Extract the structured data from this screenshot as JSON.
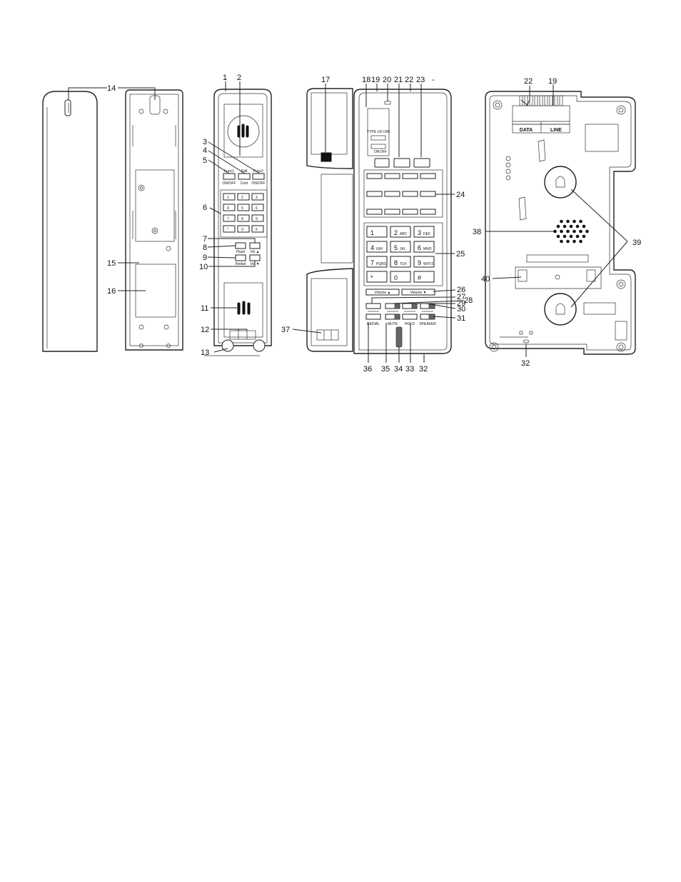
{
  "callouts": {
    "c1": "1",
    "c2": "2",
    "c3": "3",
    "c4": "4",
    "c5": "5",
    "c6": "6",
    "c7": "7",
    "c8": "8",
    "c9": "9",
    "c10": "10",
    "c11": "11",
    "c12": "12",
    "c13": "13",
    "c14": "14",
    "c15": "15",
    "c16": "16",
    "c17": "17",
    "c18": "18",
    "c19a": "19",
    "c19b": "19",
    "c20": "20",
    "c21": "21",
    "c22a": "22",
    "c22b": "22",
    "c23": "23",
    "c24": "24",
    "c25": "25",
    "c26": "26",
    "c27": "27",
    "c28": "28",
    "c29": "29",
    "c30": "30",
    "c31": "31",
    "c32a": "32",
    "c32b": "32",
    "c33": "33",
    "c34": "34",
    "c35": "35",
    "c36": "36",
    "c37": "37",
    "c38": "38",
    "c39": "39",
    "c40": "40",
    "dash": "-"
  },
  "handset_keys": [
    "1",
    "2",
    "3",
    "4",
    "5",
    "6",
    "7",
    "8",
    "9",
    "*",
    "0",
    "#"
  ],
  "handset_labels": {
    "fn1": "Func1",
    "fn2": "Edit",
    "fn3": "Func2",
    "sub1": "ON/OFF",
    "sub2": "Cont",
    "sub3": "ON/OFF",
    "l7": "Flash",
    "l8": "Vol ▲",
    "l9": "Redial",
    "l10": "Vol ▼"
  },
  "base_keys": [
    {
      "digit": "1",
      "letters": ""
    },
    {
      "digit": "2",
      "letters": "ABC"
    },
    {
      "digit": "3",
      "letters": "DEF"
    },
    {
      "digit": "4",
      "letters": "GHI"
    },
    {
      "digit": "5",
      "letters": "JKL"
    },
    {
      "digit": "6",
      "letters": "MNO"
    },
    {
      "digit": "7",
      "letters": "PQRS"
    },
    {
      "digit": "8",
      "letters": "TUV"
    },
    {
      "digit": "9",
      "letters": "WXYZ"
    },
    {
      "digit": "*",
      "letters": ""
    },
    {
      "digit": "0",
      "letters": ""
    },
    {
      "digit": "#",
      "letters": ""
    }
  ],
  "base_labels": {
    "type": "TYPE LR LRB",
    "on": "ON",
    "off": "OFF",
    "vol_up": "Volume ▲",
    "vol_down": "Volume ▼",
    "redial": "REDIAL",
    "mute": "MUTE",
    "hold": "HOLD",
    "speaker": "SPEAKER"
  },
  "back_labels": {
    "data": "DATA",
    "line": "LINE"
  },
  "colors": {
    "line": "#222222",
    "background": "#ffffff"
  }
}
